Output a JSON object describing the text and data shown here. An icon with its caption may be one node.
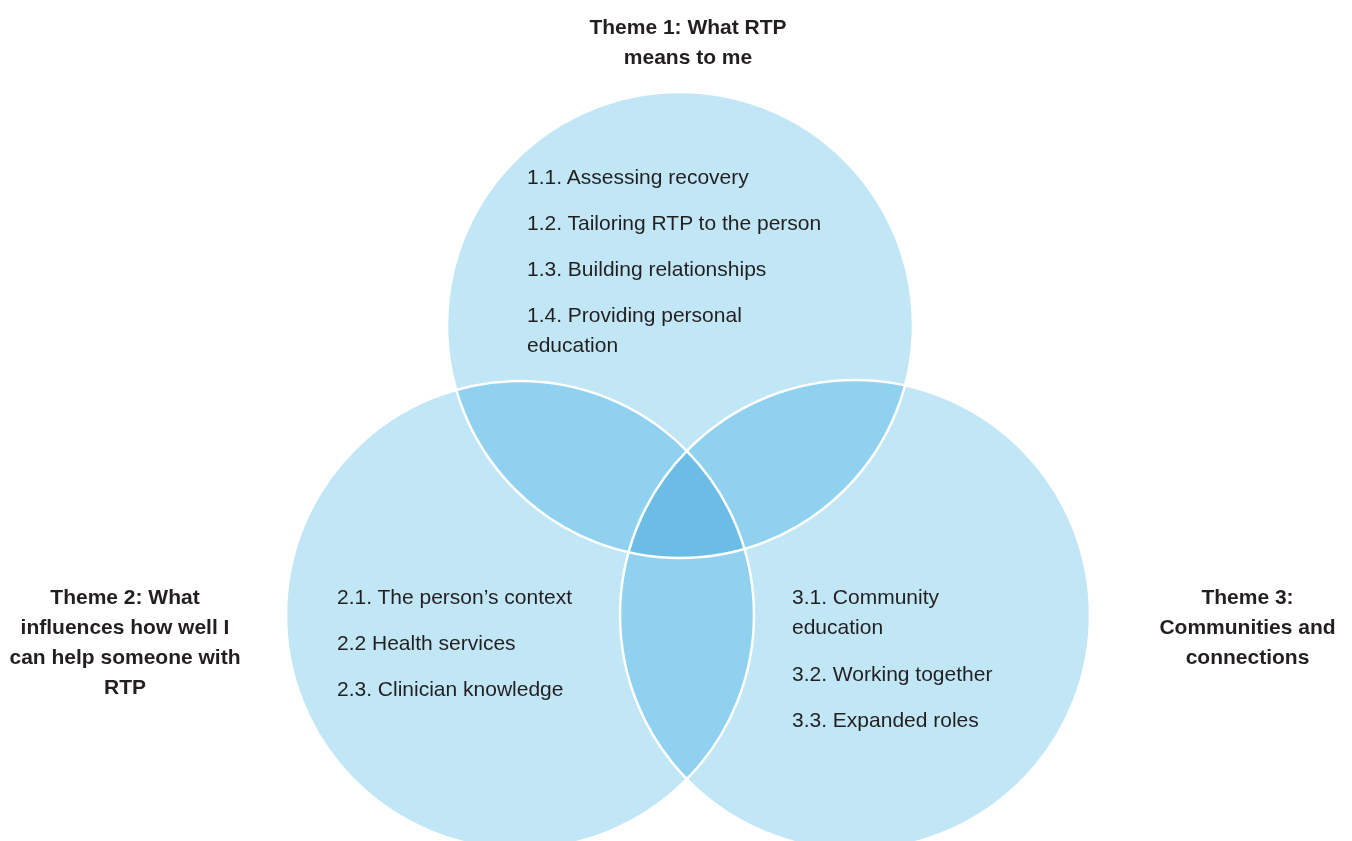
{
  "diagram": {
    "nodes": [
      {
        "text": [
          "Theme 1: What RTP means to me",
          "1.1. Assessing recovery",
          "1.2. Tailoring RTP to the person",
          "1.3. Building relationships",
          "1.4. Providing personal education"
        ]
      },
      {
        "text": [
          "Theme 2: What influences how well I can help someone with RTP",
          "2.1. The person’s context",
          "2.2 Health services",
          "2.3. Clinician knowledge"
        ]
      },
      {
        "text": [
          "Theme 3: Communities and connections",
          "3.1. Community education",
          "3.2. Working together",
          "3.3. Expanded roles"
        ]
      }
    ]
  }
}
